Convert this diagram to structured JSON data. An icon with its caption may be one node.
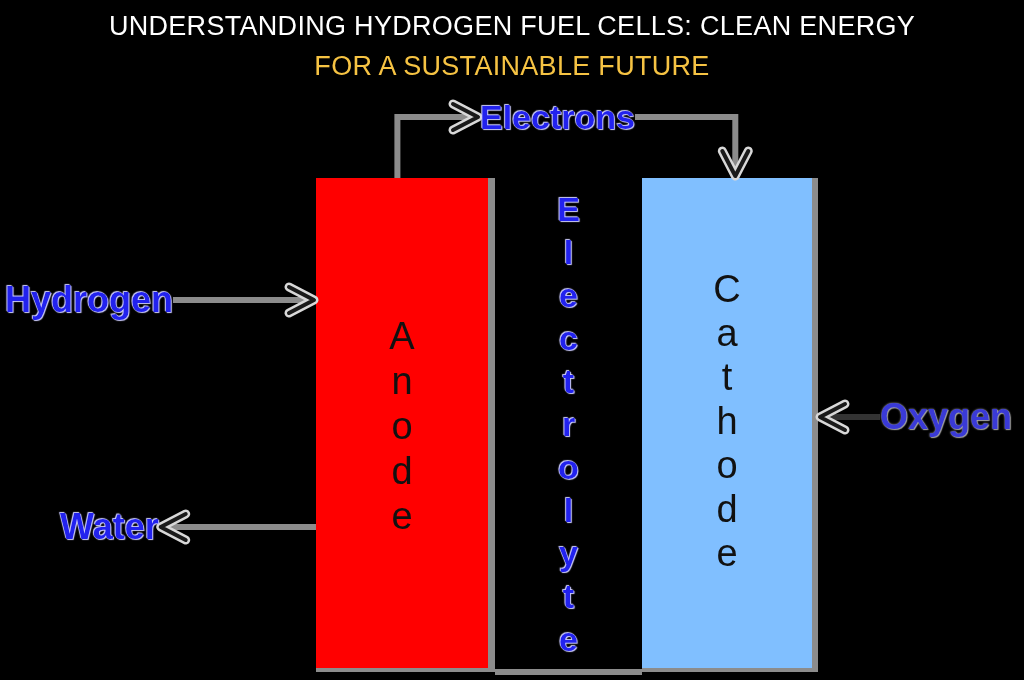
{
  "diagram": {
    "title": "UNDERSTANDING HYDROGEN FUEL CELLS: CLEAN ENERGY FOR A SUSTAINABLE FUTURE",
    "nodes": [
      {
        "text": [
          "Electrons"
        ]
      },
      {
        "text": [
          "Anode"
        ]
      },
      {
        "text": [
          "Electrolyte"
        ]
      },
      {
        "text": [
          "Cathode"
        ]
      },
      {
        "text": [
          "Hydrogen"
        ]
      },
      {
        "text": [
          "Oxygen"
        ]
      },
      {
        "text": [
          "Water"
        ]
      }
    ],
    "edges": [
      {
        "from": 1,
        "to": 0,
        "arrow": "to"
      },
      {
        "from": 0,
        "to": 3,
        "arrow": "to"
      },
      {
        "from": 4,
        "to": 1,
        "arrow": "to"
      },
      {
        "from": 5,
        "to": 3,
        "arrow": "to",
        "color": "#333333"
      },
      {
        "from": 1,
        "to": 6,
        "arrow": "to"
      }
    ]
  }
}
